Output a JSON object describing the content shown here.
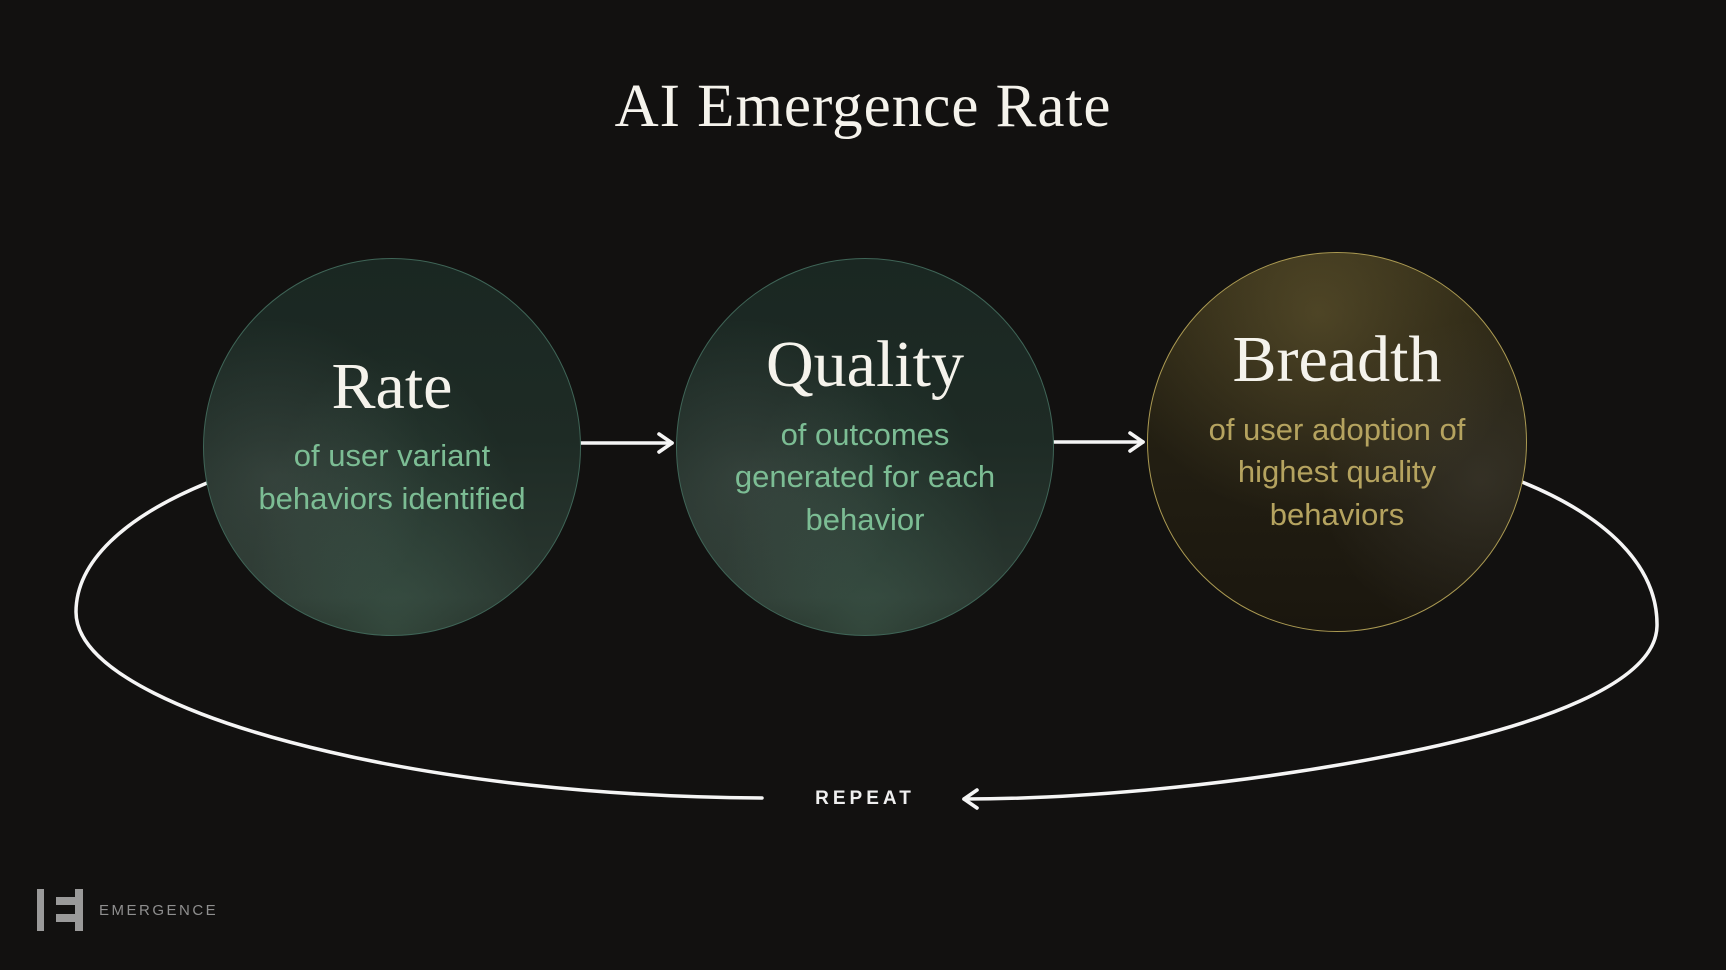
{
  "title": "AI Emergence Rate",
  "nodes": [
    {
      "heading": "Rate",
      "description_lines": [
        "of user variant",
        "behaviors identified"
      ],
      "accent_color": "#7cbd94",
      "border_color": "#3f6557"
    },
    {
      "heading": "Quality",
      "description_lines": [
        "of outcomes",
        "generated for each",
        "behavior"
      ],
      "accent_color": "#7cbd94",
      "border_color": "#3f6557"
    },
    {
      "heading": "Breadth",
      "description_lines": [
        "of user adoption of",
        "highest quality",
        "behaviors"
      ],
      "accent_color": "#b5a35f",
      "border_color": "#ab9a52"
    }
  ],
  "loop_label": "REPEAT",
  "brand": {
    "name": "EMERGENCE"
  },
  "colors": {
    "background": "#121110",
    "heading_text": "#f5f3ec",
    "teal_text": "#7cbd94",
    "teal_border": "#3f6557",
    "gold_text": "#b5a35f",
    "gold_border": "#ab9a52",
    "arrow": "#f5f5f5",
    "brand_gray": "#9a9a9a"
  }
}
